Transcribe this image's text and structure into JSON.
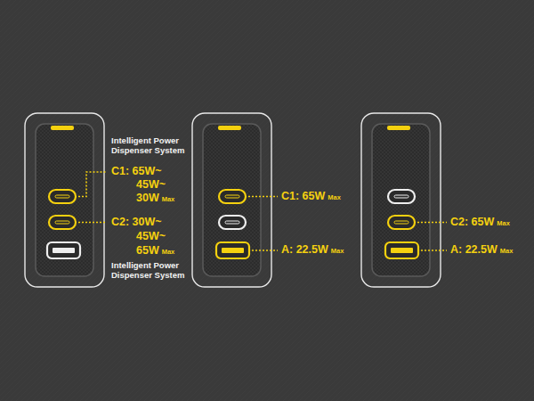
{
  "diagram": {
    "labels": [
      "Intelligent Power Dispenser System",
      "C1: 65W~",
      "45W~",
      "30W",
      "Max",
      "C2: 30W~",
      "45W~",
      "65W",
      "Max",
      "Intelligent Power Dispenser System",
      "C1: 65W",
      "Max",
      "A: 22.5W",
      "Max",
      "C2: 65W",
      "Max",
      "A: 22.5W",
      "Max"
    ]
  }
}
